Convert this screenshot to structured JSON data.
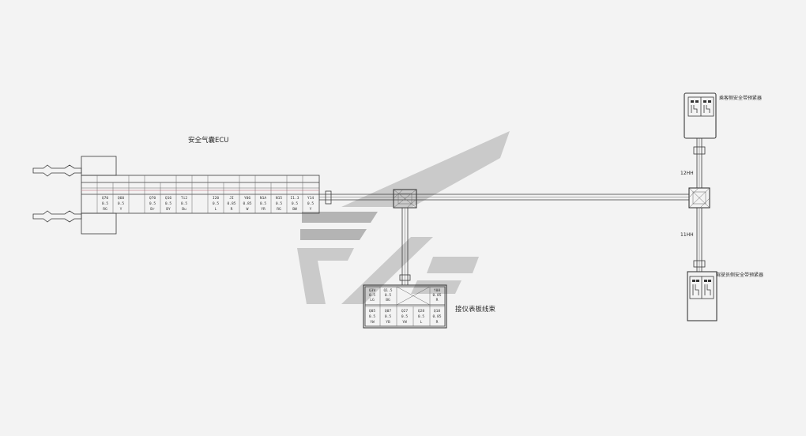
{
  "diagram": {
    "ecu_label": "安全气囊ECU",
    "ip_harness_label": "接仪表板线束",
    "upper_branch_length": "12HH",
    "lower_branch_length": "11HH",
    "upper_device_label": "乘客侧安全带预紧器",
    "lower_device_label": "驾驶员侧安全带预紧器",
    "ecu_connector": {
      "columns": [
        {
          "code": "Q70",
          "size": "0.5",
          "color": "RG"
        },
        {
          "code": "Q60",
          "size": "0.5",
          "color": "Y"
        },
        {
          "code": "Q70",
          "size": "0.5",
          "color": "Br"
        },
        {
          "code": "Q16",
          "size": "0.5",
          "color": "BY"
        },
        {
          "code": "Ti2",
          "size": "0.5",
          "color": "Bu"
        },
        {
          "code": "I20",
          "size": "0.5",
          "color": "L"
        },
        {
          "code": "JI",
          "size": "0.85",
          "color": "R"
        },
        {
          "code": "Y06",
          "size": "0.85",
          "color": "W"
        },
        {
          "code": "N1A",
          "size": "0.5",
          "color": "YR"
        },
        {
          "code": "N15",
          "size": "0.5",
          "color": "RG"
        },
        {
          "code": "I1.3",
          "size": "0.5",
          "color": "BW"
        },
        {
          "code": "Y14",
          "size": "0.5",
          "color": "Y"
        }
      ]
    },
    "ip_connector": {
      "top": [
        {
          "code": "Q3V",
          "size": "0.5",
          "color": "LG"
        },
        {
          "code": "Q1.5",
          "size": "0.5",
          "color": "BG"
        },
        {
          "code": "Y08",
          "size": "0.85",
          "color": "R"
        }
      ],
      "bottom": [
        {
          "code": "Q05",
          "size": "0.5",
          "color": "YW"
        },
        {
          "code": "Q07",
          "size": "0.5",
          "color": "YB"
        },
        {
          "code": "Q27",
          "size": "0.5",
          "color": "YW"
        },
        {
          "code": "Q28",
          "size": "0.5",
          "color": "L"
        },
        {
          "code": "Q18",
          "size": "0.85",
          "color": "R"
        }
      ]
    }
  },
  "colors": {
    "background": "#f3f3f3",
    "line": "#3a3a3a",
    "watermark_light": "#cacaca",
    "watermark_dark": "#b4b4b4"
  }
}
